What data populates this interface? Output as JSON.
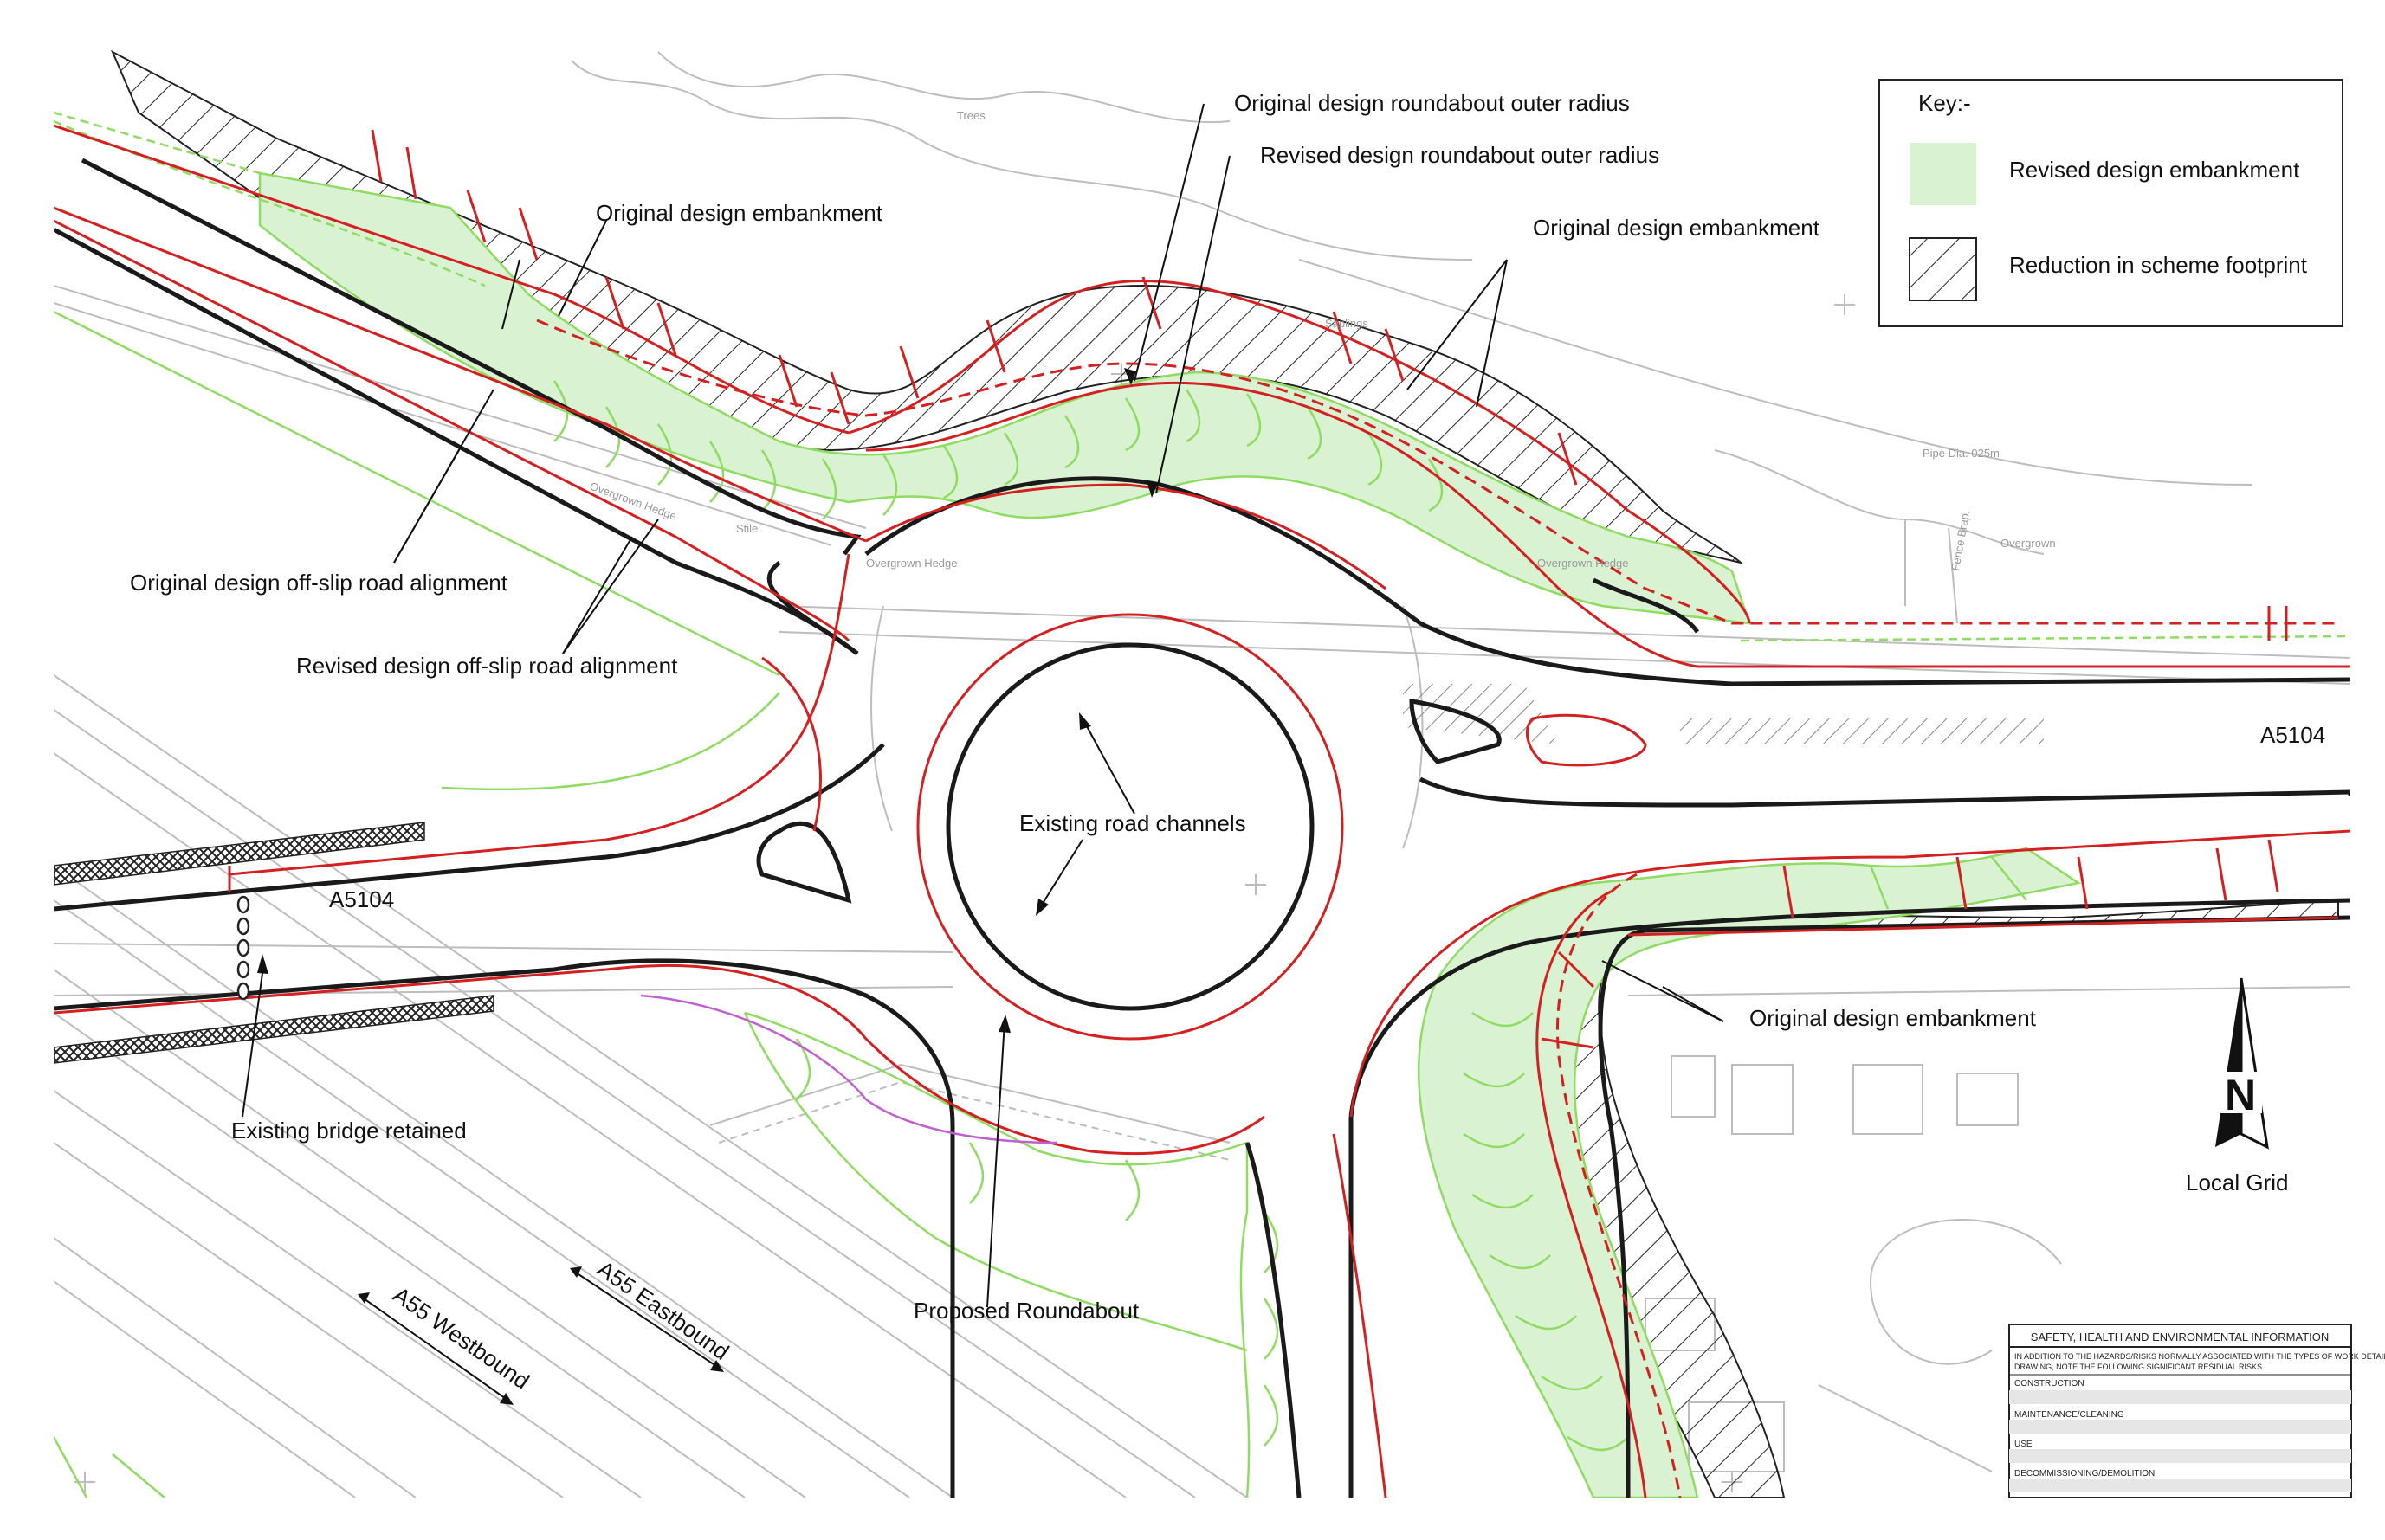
{
  "labels": {
    "orig_outer_radius": "Original design roundabout outer radius",
    "rev_outer_radius": "Revised design roundabout outer radius",
    "orig_emb_nw": "Original design embankment",
    "orig_emb_ne": "Original design embankment",
    "orig_emb_se": "Original design embankment",
    "orig_offslip": "Original design off-slip road alignment",
    "rev_offslip": "Revised design off-slip road alignment",
    "existing_channels": "Existing road channels",
    "existing_bridge": "Existing bridge retained",
    "proposed_roundabout": "Proposed Roundabout",
    "a5104_west": "A5104",
    "a5104_east": "A5104",
    "a55_west": "A55 Westbound",
    "a55_east": "A55 Eastbound"
  },
  "background_labels": {
    "trees": "Trees",
    "saplings": "Saplings",
    "pipe": "Pipe Dia. 025m",
    "fence": "Fence Brap.",
    "overgrown": "Overgrown",
    "overgrown_hedge_1": "Overgrown Hedge",
    "overgrown_hedge_2": "Overgrown Hedge",
    "overgrown_hedge_3": "Overgrown Hedge",
    "stile": "Stile"
  },
  "key": {
    "title": "Key:-",
    "items": [
      {
        "label": "Revised design embankment",
        "swatch": "green-fill"
      },
      {
        "label": "Reduction in scheme footprint",
        "swatch": "hatch"
      }
    ]
  },
  "north": {
    "letter": "N",
    "label": "Local Grid",
    "icon": "north-arrow-icon"
  },
  "she_box": {
    "title": "SAFETY, HEALTH AND ENVIRONMENTAL INFORMATION",
    "intro_line1": "IN ADDITION TO THE HAZARDS/RISKS NORMALLY ASSOCIATED WITH THE TYPES OF WORK DETAILED ON THIS",
    "intro_line2": "DRAWING, NOTE THE FOLLOWING SIGNIFICANT RESIDUAL RISKS",
    "rows": [
      "CONSTRUCTION",
      "MAINTENANCE/CLEANING",
      "USE",
      "DECOMMISSIONING/DEMOLITION"
    ]
  },
  "colors": {
    "road_existing": "#1a1a1a",
    "design_red": "#d42020",
    "embankment_green_fill": "#d8f2d2",
    "embankment_green_line": "#8fdc62",
    "background_grey": "#b8b8b8",
    "hatch": "#222222",
    "purple_line": "#c060d0"
  }
}
